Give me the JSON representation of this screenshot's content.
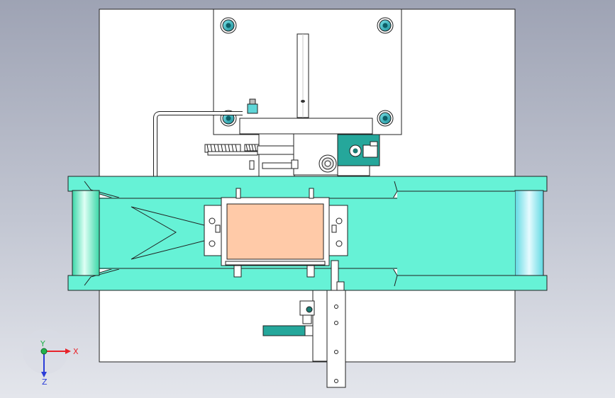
{
  "triad": {
    "x_label": "X",
    "y_label": "Y",
    "z_label": "Z",
    "x_color": "#e8232a",
    "y_color": "#22b24c",
    "z_color": "#2a3cd8"
  },
  "colors": {
    "plate": "#ffffff",
    "cyan_part": "#66f2d6",
    "cyan_dark": "#2fd0b4",
    "slot": "#ffffff",
    "workpiece": "#ffcaa8",
    "teal": "#25a79b",
    "outline": "#202020"
  }
}
